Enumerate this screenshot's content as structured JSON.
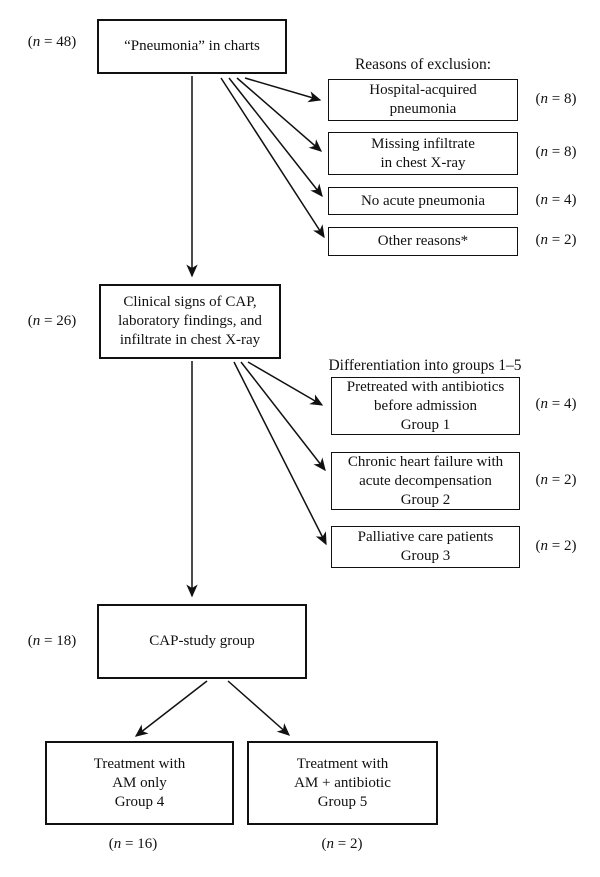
{
  "colors": {
    "line": "#111111",
    "background": "#ffffff"
  },
  "main": {
    "pneumonia_box": {
      "label": "“Pneumonia” in charts",
      "n_label": [
        "(",
        "n",
        " = 48)"
      ]
    },
    "clinical_box": {
      "lines": [
        "Clinical signs of CAP,",
        "laboratory findings, and",
        "infiltrate in chest X-ray"
      ],
      "n_label": [
        "(",
        "n",
        " = 26)"
      ]
    },
    "cap_box": {
      "label": "CAP-study group",
      "n_label": [
        "(",
        "n",
        " = 18)"
      ]
    },
    "treatment_left_box": {
      "lines": [
        "Treatment with",
        "AM only",
        "Group 4"
      ],
      "n_label": [
        "(",
        "n",
        " = 16)"
      ]
    },
    "treatment_right_box": {
      "lines": [
        "Treatment with",
        "AM + antibiotic",
        "Group 5"
      ],
      "n_label": [
        "(",
        "n",
        " = 2)"
      ]
    }
  },
  "exclusion": {
    "title": "Reasons of exclusion:",
    "items": [
      {
        "lines": [
          "Hospital-acquired",
          "pneumonia"
        ],
        "n_label": [
          "(",
          "n",
          " = 8)"
        ]
      },
      {
        "lines": [
          "Missing infiltrate",
          "in chest X-ray"
        ],
        "n_label": [
          "(",
          "n",
          " = 8)"
        ]
      },
      {
        "lines": [
          "No acute pneumonia"
        ],
        "n_label": [
          "(",
          "n",
          " = 4)"
        ]
      },
      {
        "lines": [
          "Other reasons*"
        ],
        "n_label": [
          "(",
          "n",
          " = 2)"
        ]
      }
    ]
  },
  "differentiation": {
    "title": "Differentiation into groups 1–5",
    "items": [
      {
        "lines": [
          "Pretreated with antibiotics",
          "before admission",
          "Group 1"
        ],
        "n_label": [
          "(",
          "n",
          " = 4)"
        ]
      },
      {
        "lines": [
          "Chronic heart failure with",
          "acute decompensation",
          "Group 2"
        ],
        "n_label": [
          "(",
          "n",
          " = 2)"
        ]
      },
      {
        "lines": [
          "Palliative care patients",
          "Group 3"
        ],
        "n_label": [
          "(",
          "n",
          " = 2)"
        ]
      }
    ]
  }
}
